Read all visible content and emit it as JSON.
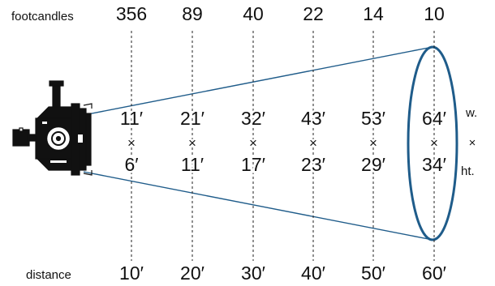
{
  "diagram": {
    "footcandles_label": "footcandles",
    "distance_label": "distance",
    "width_suffix": "w.",
    "times_symbol": "×",
    "height_suffix": "ht.",
    "beam_color": "#1f5c8a",
    "icon": "ellipsoidal-spotlight-icon",
    "columns": [
      {
        "footcandles": "356",
        "width": "11′",
        "height": "6′",
        "distance": "10′"
      },
      {
        "footcandles": "89",
        "width": "21′",
        "height": "11′",
        "distance": "20′"
      },
      {
        "footcandles": "40",
        "width": "32′",
        "height": "17′",
        "distance": "30′"
      },
      {
        "footcandles": "22",
        "width": "43′",
        "height": "23′",
        "distance": "40′"
      },
      {
        "footcandles": "14",
        "width": "53′",
        "height": "29′",
        "distance": "50′"
      },
      {
        "footcandles": "10",
        "width": "64′",
        "height": "34′",
        "distance": "60′"
      }
    ]
  }
}
